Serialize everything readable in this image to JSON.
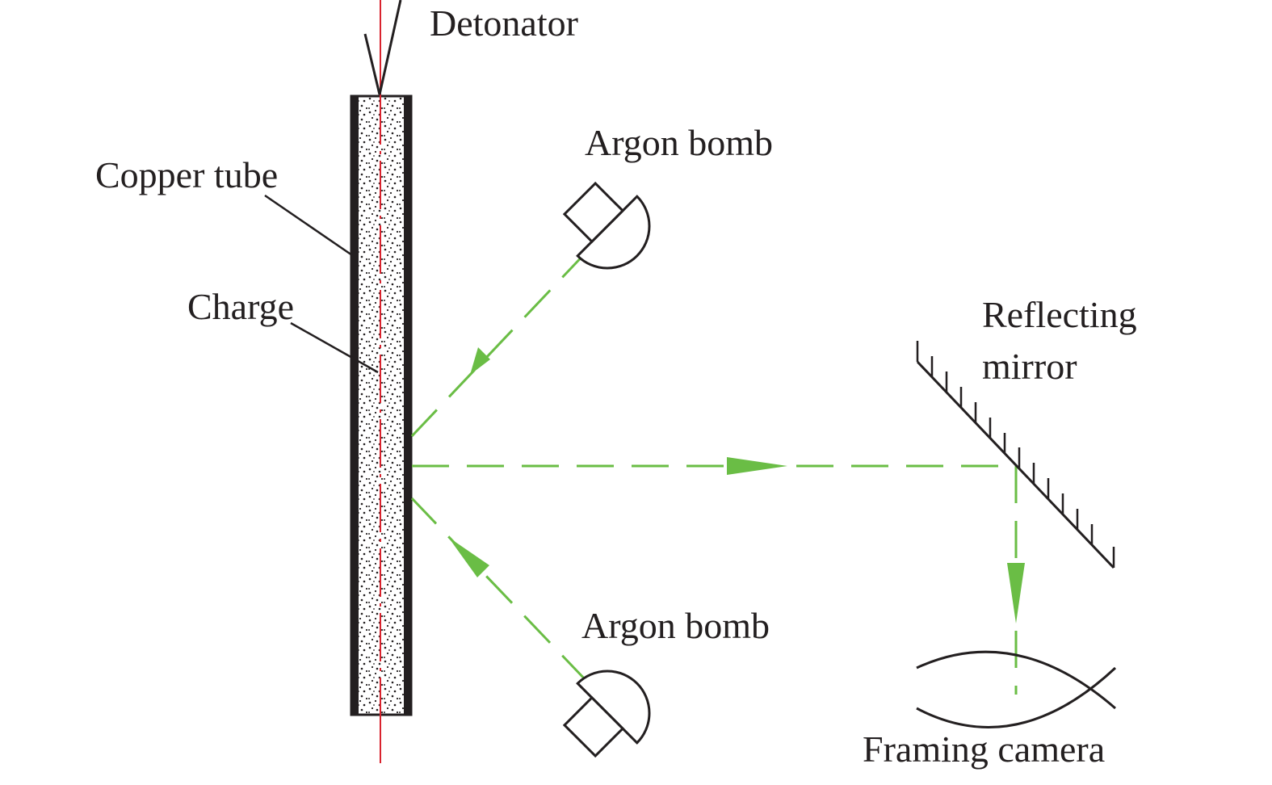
{
  "labels": {
    "detonator": "Detonator",
    "argon_bomb_top": "Argon bomb",
    "copper_tube": "Copper tube",
    "charge": "Charge",
    "reflecting_mirror_line1": "Reflecting",
    "reflecting_mirror_line2": "mirror",
    "argon_bomb_bottom": "Argon bomb",
    "framing_camera": "Framing camera"
  },
  "colors": {
    "outline": "#231f20",
    "beam": "#6abd45",
    "axis": "#d9232e",
    "background": "#ffffff"
  },
  "components": [
    "detonator",
    "copper-tube",
    "charge",
    "argon-bomb",
    "argon-bomb",
    "reflecting-mirror",
    "framing-camera"
  ]
}
